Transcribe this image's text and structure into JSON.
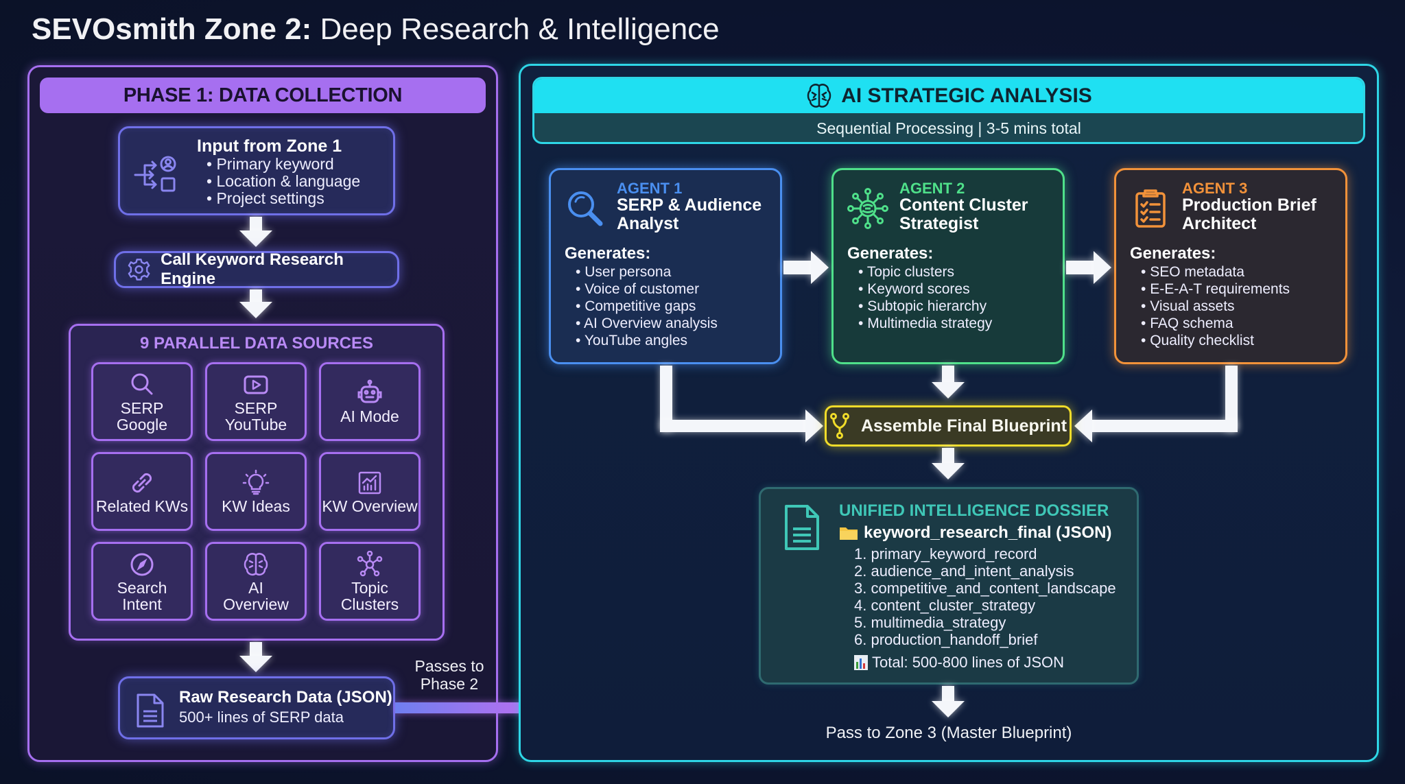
{
  "title": {
    "bold": "SEVOsmith Zone 2:",
    "light": "Deep Research & Intelligence"
  },
  "phase1": {
    "header": "PHASE 1: DATA COLLECTION",
    "input": {
      "title": "Input from Zone 1",
      "items": [
        "Primary keyword",
        "Location & language",
        "Project settings"
      ],
      "icon": "input-flow-icon"
    },
    "engine": {
      "label": "Call Keyword Research Engine",
      "icon": "gear-icon"
    },
    "sources": {
      "title": "9 PARALLEL DATA SOURCES",
      "items": [
        {
          "label": "SERP\nGoogle",
          "icon": "search-icon"
        },
        {
          "label": "SERP\nYouTube",
          "icon": "video-play-icon"
        },
        {
          "label": "AI Mode",
          "icon": "robot-icon"
        },
        {
          "label": "Related KWs",
          "icon": "link-icon"
        },
        {
          "label": "KW Ideas",
          "icon": "lightbulb-icon"
        },
        {
          "label": "KW Overview",
          "icon": "bar-chart-icon"
        },
        {
          "label": "Search\nIntent",
          "icon": "compass-icon"
        },
        {
          "label": "AI\nOverview",
          "icon": "brain-icon"
        },
        {
          "label": "Topic\nClusters",
          "icon": "network-icon"
        }
      ]
    },
    "raw": {
      "title": "Raw Research Data (JSON)",
      "subtitle": "500+ lines of SERP data",
      "icon": "document-icon"
    },
    "passes_label": "Passes to Phase 2"
  },
  "phase2": {
    "header": "AI STRATEGIC ANALYSIS",
    "subheader": "Sequential Processing | 3-5 mins total",
    "agents": [
      {
        "number": "AGENT 1",
        "name": "SERP & Audience Analyst",
        "generates_label": "Generates:",
        "items": [
          "User persona",
          "Voice of customer",
          "Competitive gaps",
          "AI Overview analysis",
          "YouTube angles"
        ],
        "color": "#4a8ff0",
        "icon": "magnifier-icon"
      },
      {
        "number": "AGENT 2",
        "name": "Content Cluster Strategist",
        "generates_label": "Generates:",
        "items": [
          "Topic clusters",
          "Keyword scores",
          "Subtopic hierarchy",
          "Multimedia strategy"
        ],
        "color": "#4fe08a",
        "icon": "cluster-network-icon"
      },
      {
        "number": "AGENT 3",
        "name": "Production Brief Architect",
        "generates_label": "Generates:",
        "items": [
          "SEO metadata",
          "E-E-A-T requirements",
          "Visual assets",
          "FAQ schema",
          "Quality checklist"
        ],
        "color": "#f2923a",
        "icon": "clipboard-checklist-icon"
      }
    ],
    "assemble": {
      "label": "Assemble Final Blueprint",
      "icon": "merge-icon",
      "color": "#f0dc2a"
    },
    "dossier": {
      "title": "UNIFIED INTELLIGENCE DOSSIER",
      "file": "keyword_research_final (JSON)",
      "items": [
        "1. primary_keyword_record",
        "2. audience_and_intent_analysis",
        "3. competitive_and_content_landscape",
        "4. content_cluster_strategy",
        "5. multimedia_strategy",
        "6. production_handoff_brief"
      ],
      "total": "Total: 500-800 lines of JSON",
      "color": "#3fc7b7"
    },
    "zone3_label": "Pass to Zone 3 (Master Blueprint)"
  },
  "colors": {
    "phase1_accent": "#a66ff0",
    "phase2_accent": "#2ed6e6",
    "background": "#0d1530"
  }
}
